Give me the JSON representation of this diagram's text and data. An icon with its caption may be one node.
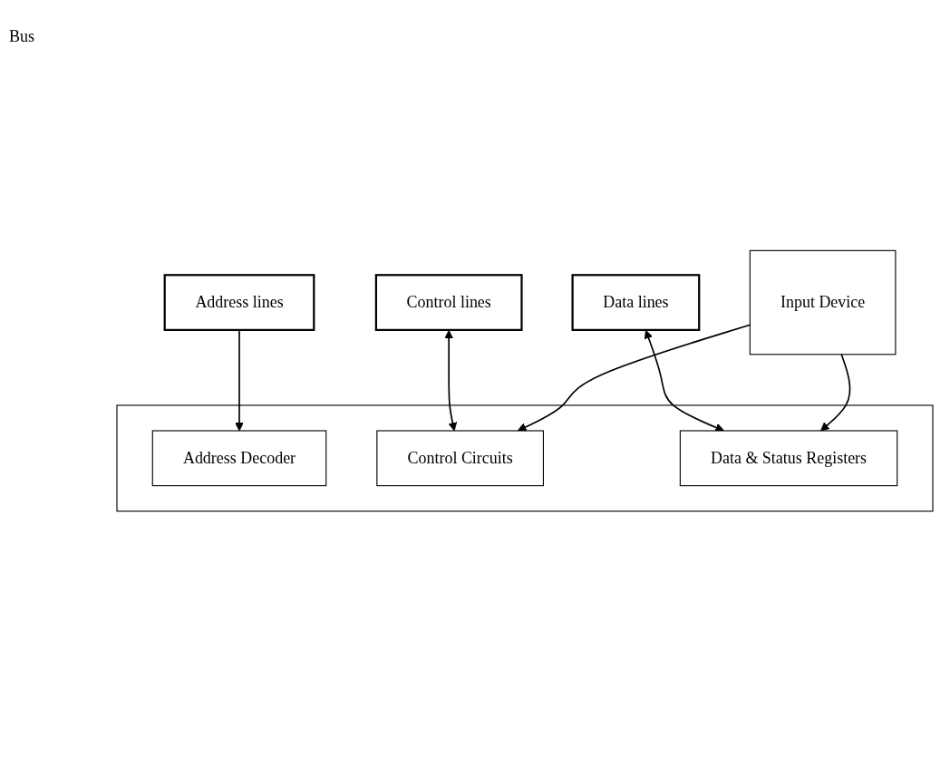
{
  "diagram": {
    "nodes": [
      {
        "text": [
          "Address lines"
        ]
      },
      {
        "text": [
          "Data lines"
        ]
      },
      {
        "text": [
          "Control lines"
        ]
      },
      {
        "text": [],
        "shape": "box"
      },
      {
        "text": [
          "Address Decoder"
        ],
        "in": 3
      },
      {
        "text": [
          "Control Circuits"
        ],
        "in": 3
      },
      {
        "text": [
          "Data & Status Registers"
        ],
        "in": 3
      },
      {
        "text": [
          "Input Device"
        ]
      }
    ],
    "edges": [
      {
        "from": 0,
        "to": 4,
        "arrow": "to"
      },
      {
        "from": 2,
        "to": 5,
        "arrow": "both"
      },
      {
        "from": 1,
        "to": 6,
        "arrow": "both"
      },
      {
        "from": 7,
        "to": 5,
        "arrow": "to"
      },
      {
        "from": 7,
        "to": 6,
        "arrow": "to"
      }
    ],
    "labels": [
      "Bus"
    ]
  }
}
